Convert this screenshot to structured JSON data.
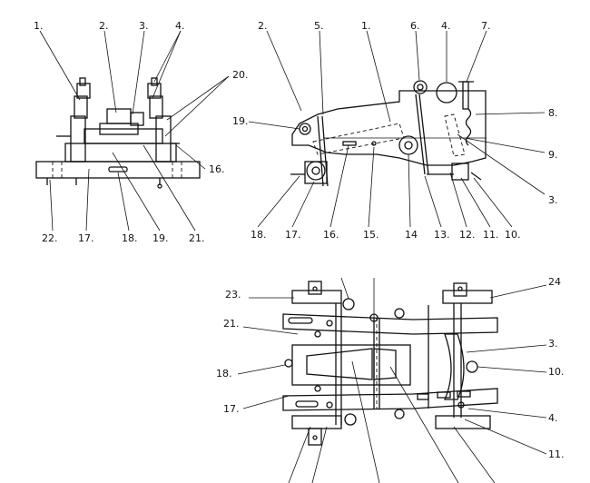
{
  "end_view": {
    "callouts": [
      "1.",
      "2.",
      "3.",
      "4.",
      "20.",
      "16.",
      "22.",
      "17.",
      "18.",
      "19.",
      "21."
    ]
  },
  "side_view": {
    "callouts": [
      "2.",
      "5.",
      "1.",
      "6.",
      "4.",
      "7.",
      "8.",
      "19.",
      "9.",
      "3.",
      "18.",
      "17.",
      "16.",
      "15.",
      "14",
      "13.",
      "12.",
      "11.",
      "10."
    ]
  },
  "plan_view": {
    "callouts": [
      "23.",
      "24",
      "21.",
      "3.",
      "18.",
      "10.",
      "17.",
      "4.",
      "11."
    ]
  }
}
